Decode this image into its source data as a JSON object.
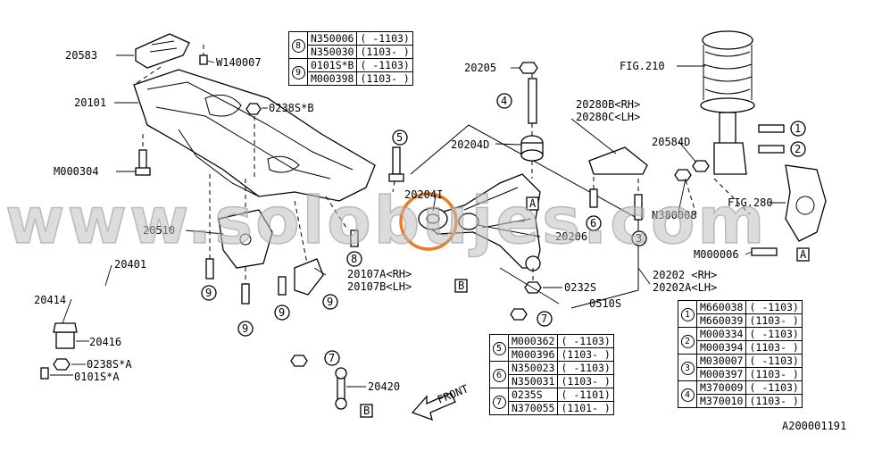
{
  "labels": {
    "p20583": "20583",
    "pW140007": "W140007",
    "p20101": "20101",
    "p0238SB": "0238S*B",
    "pM000304": "M000304",
    "p20205": "20205",
    "fig210": "FIG.210",
    "p20280B": "20280B<RH>",
    "p20280C": "20280C<LH>",
    "p20204D": "20204D",
    "p20584D": "20584D",
    "p20204I": "20204I",
    "fig280": "FIG.280",
    "pN380008": "N380008",
    "p20510": "20510",
    "p20206": "20206",
    "pM000006": "M000006",
    "p20401": "20401",
    "p20107A": "20107A<RH>",
    "p20107B": "20107B<LH>",
    "p20202": "20202 <RH>",
    "p20202A": "20202A<LH>",
    "p0232S": "0232S",
    "p0510S": "0510S",
    "p20414": "20414",
    "p20416": "20416",
    "p0238SA": "0238S*A",
    "p0101SA": "0101S*A",
    "p20420": "20420",
    "front": "FRONT",
    "refA1": "A",
    "refA2": "A",
    "refB1": "B",
    "refB2": "B"
  },
  "callouts": {
    "c1": "1",
    "c2": "2",
    "c3": "3",
    "c4": "4",
    "c5": "5",
    "c6": "6",
    "c7": "7",
    "c8": "8",
    "c9": "9"
  },
  "tables": {
    "top": [
      {
        "key": "8",
        "rows": [
          [
            "N350006",
            "( -1103)"
          ],
          [
            "N350030",
            "(1103- )"
          ]
        ]
      },
      {
        "key": "9",
        "rows": [
          [
            "0101S*B",
            "( -1103)"
          ],
          [
            "M000398",
            "(1103- )"
          ]
        ]
      }
    ],
    "right": [
      {
        "key": "1",
        "rows": [
          [
            "M660038",
            "( -1103)"
          ],
          [
            "M660039",
            "(1103- )"
          ]
        ]
      },
      {
        "key": "2",
        "rows": [
          [
            "M000334",
            "( -1103)"
          ],
          [
            "M000394",
            "(1103- )"
          ]
        ]
      },
      {
        "key": "3",
        "rows": [
          [
            "M030007",
            "( -1103)"
          ],
          [
            "M000397",
            "(1103- )"
          ]
        ]
      },
      {
        "key": "4",
        "rows": [
          [
            "M370009",
            "( -1103)"
          ],
          [
            "M370010",
            "(1103- )"
          ]
        ]
      }
    ],
    "bottom": [
      {
        "key": "5",
        "rows": [
          [
            "M000362",
            "( -1103)"
          ],
          [
            "M000396",
            "(1103- )"
          ]
        ]
      },
      {
        "key": "6",
        "rows": [
          [
            "N350023",
            "( -1103)"
          ],
          [
            "N350031",
            "(1103- )"
          ]
        ]
      },
      {
        "key": "7",
        "rows": [
          [
            "0235S",
            "( -1101)"
          ],
          [
            "N370055",
            "(1101- )"
          ]
        ]
      }
    ]
  },
  "diagram_code": "A200001191",
  "watermark": "www.solobujes.com",
  "colors": {
    "highlight": "#f07a1e",
    "ink": "#000000",
    "watermark": "#bfbfbf"
  }
}
